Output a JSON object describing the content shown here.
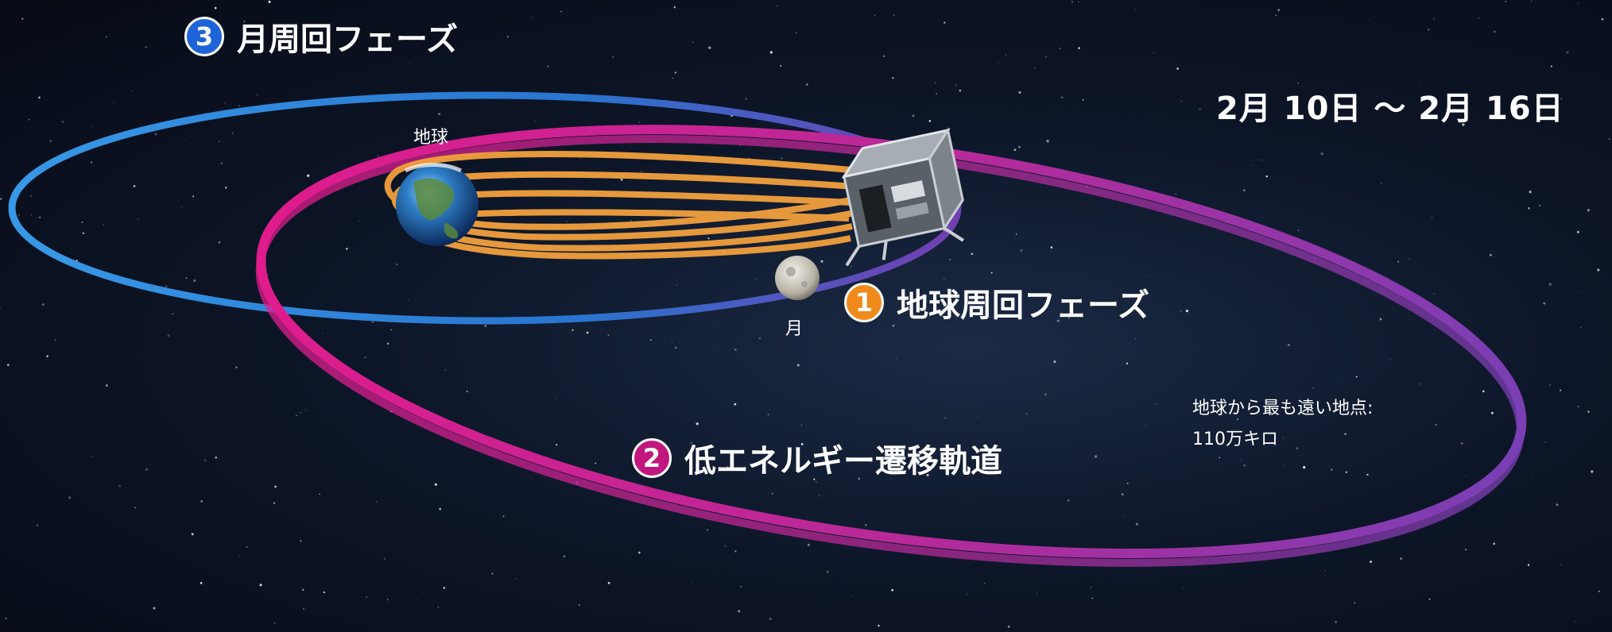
{
  "phases": [
    {
      "number": "3",
      "label": "月周回フェーズ",
      "color": "#1e63d8"
    },
    {
      "number": "1",
      "label": "地球周回フェーズ",
      "color": "#f08a1c"
    },
    {
      "number": "2",
      "label": "低エネルギー遷移軌道",
      "color": "#c2177e"
    }
  ],
  "date_range": "2月 10日 ～ 2月 16日",
  "bodies": {
    "earth": "地球",
    "moon": "月"
  },
  "farthest_point": {
    "line1": "地球から最も遠い地点:",
    "line2": "110万キロ"
  },
  "colors": {
    "lunar_orbit": "#2a8fe0",
    "transfer_orbit": "#e0208f",
    "earth_orbit": "#f2a03d",
    "transfer_orbit_far": "#8a3cb0"
  }
}
